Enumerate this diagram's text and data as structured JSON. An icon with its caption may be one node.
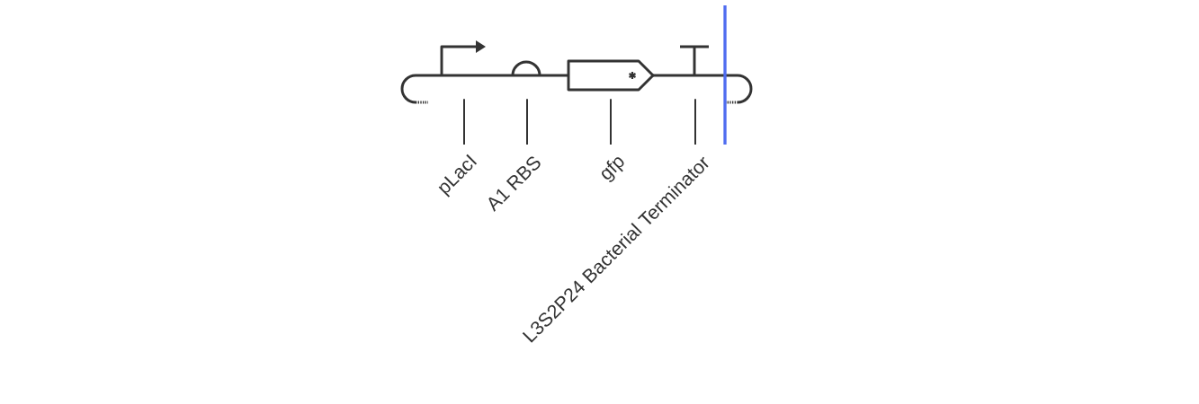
{
  "diagram": {
    "nodes": [
      {
        "text": [],
        "shape": "promoter"
      },
      {
        "text": [],
        "shape": "semicircle"
      },
      {
        "text": [],
        "shape": "pentagon"
      },
      {
        "text": [],
        "shape": "terminator"
      },
      {
        "text": [
          "pLacI"
        ]
      },
      {
        "text": [
          "A1 RBS"
        ]
      },
      {
        "text": [
          "gfp"
        ]
      },
      {
        "text": [
          "L3S2P24 Bacterial Terminator"
        ]
      }
    ],
    "edges": [
      {
        "from": 4,
        "to": 0,
        "arrow": "none"
      },
      {
        "from": 5,
        "to": 1,
        "arrow": "none"
      },
      {
        "from": 6,
        "to": 2,
        "arrow": "none"
      },
      {
        "from": 7,
        "to": 3,
        "arrow": "none"
      }
    ]
  }
}
